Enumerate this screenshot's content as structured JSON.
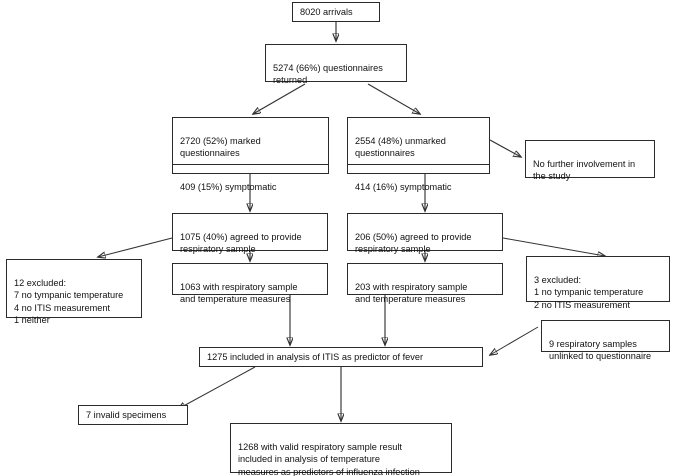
{
  "diagram": {
    "title": "Participant flow diagram",
    "type": "flowchart",
    "background_color": "#ffffff",
    "box_border_color": "#2b2b2b",
    "arrow_color": "#333333",
    "nodes": [
      {
        "id": "arrivals",
        "text": "8020 arrivals"
      },
      {
        "id": "questionnaires-returned",
        "text": "5274 (66%) questionnaires\nreturned"
      },
      {
        "id": "marked-questionnaires",
        "text_top": "2720 (52%) marked\nquestionnaires",
        "text_bottom": "409 (15%) symptomatic"
      },
      {
        "id": "unmarked-questionnaires",
        "text_top": "2554 (48%) unmarked\nquestionnaires",
        "text_bottom": "414 (16%) symptomatic"
      },
      {
        "id": "no-further-involvement",
        "text": "No further involvement in\nthe study"
      },
      {
        "id": "marked-agreed",
        "text": "1075 (40%) agreed to provide\nrespiratory sample"
      },
      {
        "id": "unmarked-agreed",
        "text": "206 (50%) agreed to provide\nrespiratory sample"
      },
      {
        "id": "excluded-left",
        "text": "12 excluded:\n7 no tympanic temperature\n4 no ITIS measurement\n1 neither"
      },
      {
        "id": "excluded-right",
        "text": "3 excluded:\n1 no tympanic temperature\n2 no ITIS measurement"
      },
      {
        "id": "marked-with-sample",
        "text": "1063 with respiratory sample\nand temperature measures"
      },
      {
        "id": "unmarked-with-sample",
        "text": "203 with respiratory sample\nand temperature measures"
      },
      {
        "id": "unlinked-samples",
        "text": "9 respiratory samples\nunlinked to questionnaire"
      },
      {
        "id": "itis-analysis",
        "text": "1275  included in analysis of ITIS as predictor of fever"
      },
      {
        "id": "invalid-specimens",
        "text": "7 invalid specimens"
      },
      {
        "id": "valid-sample-analysis",
        "text": "1268 with valid respiratory sample result\nincluded in analysis of temperature\nmeasures as predictors of influenza infection"
      }
    ]
  }
}
